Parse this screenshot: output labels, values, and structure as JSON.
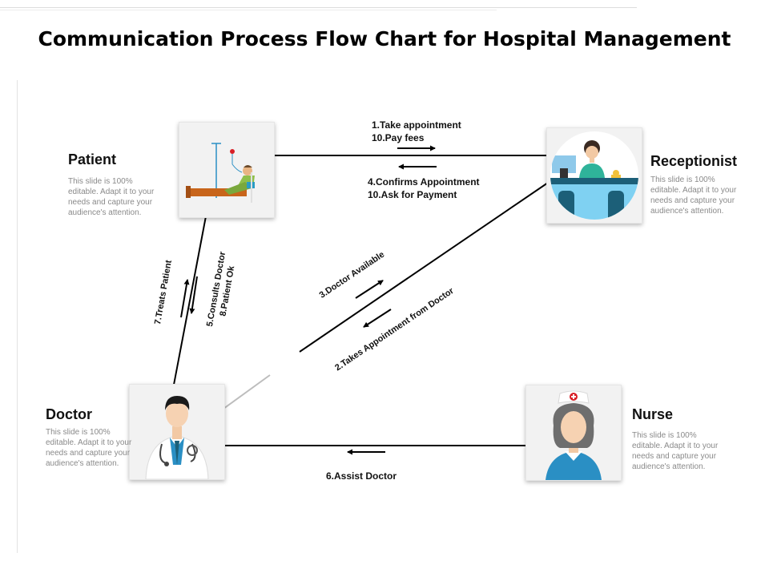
{
  "title": "Communication Process Flow Chart for Hospital Management",
  "roles": {
    "patient": {
      "title": "Patient",
      "desc": "This slide is 100% editable. Adapt it to your needs and capture your audience's attention."
    },
    "receptionist": {
      "title": "Receptionist",
      "desc": "This slide is 100% editable. Adapt it to your needs and capture your audience's attention."
    },
    "doctor": {
      "title": "Doctor",
      "desc": "This slide is 100% editable. Adapt it to your needs and capture your audience's attention."
    },
    "nurse": {
      "title": "Nurse",
      "desc": "This slide is 100% editable. Adapt it to your needs and capture your audience's attention."
    }
  },
  "flows": {
    "to_receptionist": [
      "1.Take appointment",
      "10.Pay fees"
    ],
    "to_patient": [
      "4.Confirms Appointment",
      "10.Ask for Payment"
    ],
    "treats": "7.Treats Patient",
    "consults": [
      "5.Consults Doctor",
      "8.Patient Ok"
    ],
    "doctor_available": "3.Doctor Available",
    "takes_appointment": "2.Takes Appointment from Doctor",
    "assist": "6.Assist Doctor"
  },
  "icons": {
    "patient": "patient-bed-icon",
    "receptionist": "receptionist-desk-icon",
    "doctor": "doctor-icon",
    "nurse": "nurse-icon"
  },
  "colors": {
    "line": "#000000",
    "faint_line": "#bdbdbd",
    "card_bg": "#f2f2f2",
    "accent_teal": "#1c5f78",
    "accent_blue": "#2a8fc4"
  }
}
